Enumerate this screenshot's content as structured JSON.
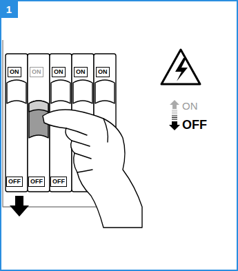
{
  "diagram": {
    "nodes": [
      {
        "text": [
          "1"
        ]
      }
    ],
    "labels": [
      "ON",
      "ON",
      "ON",
      "ON",
      "ON",
      "OFF",
      "OFF",
      "OFF",
      "ON",
      "OFF"
    ]
  }
}
